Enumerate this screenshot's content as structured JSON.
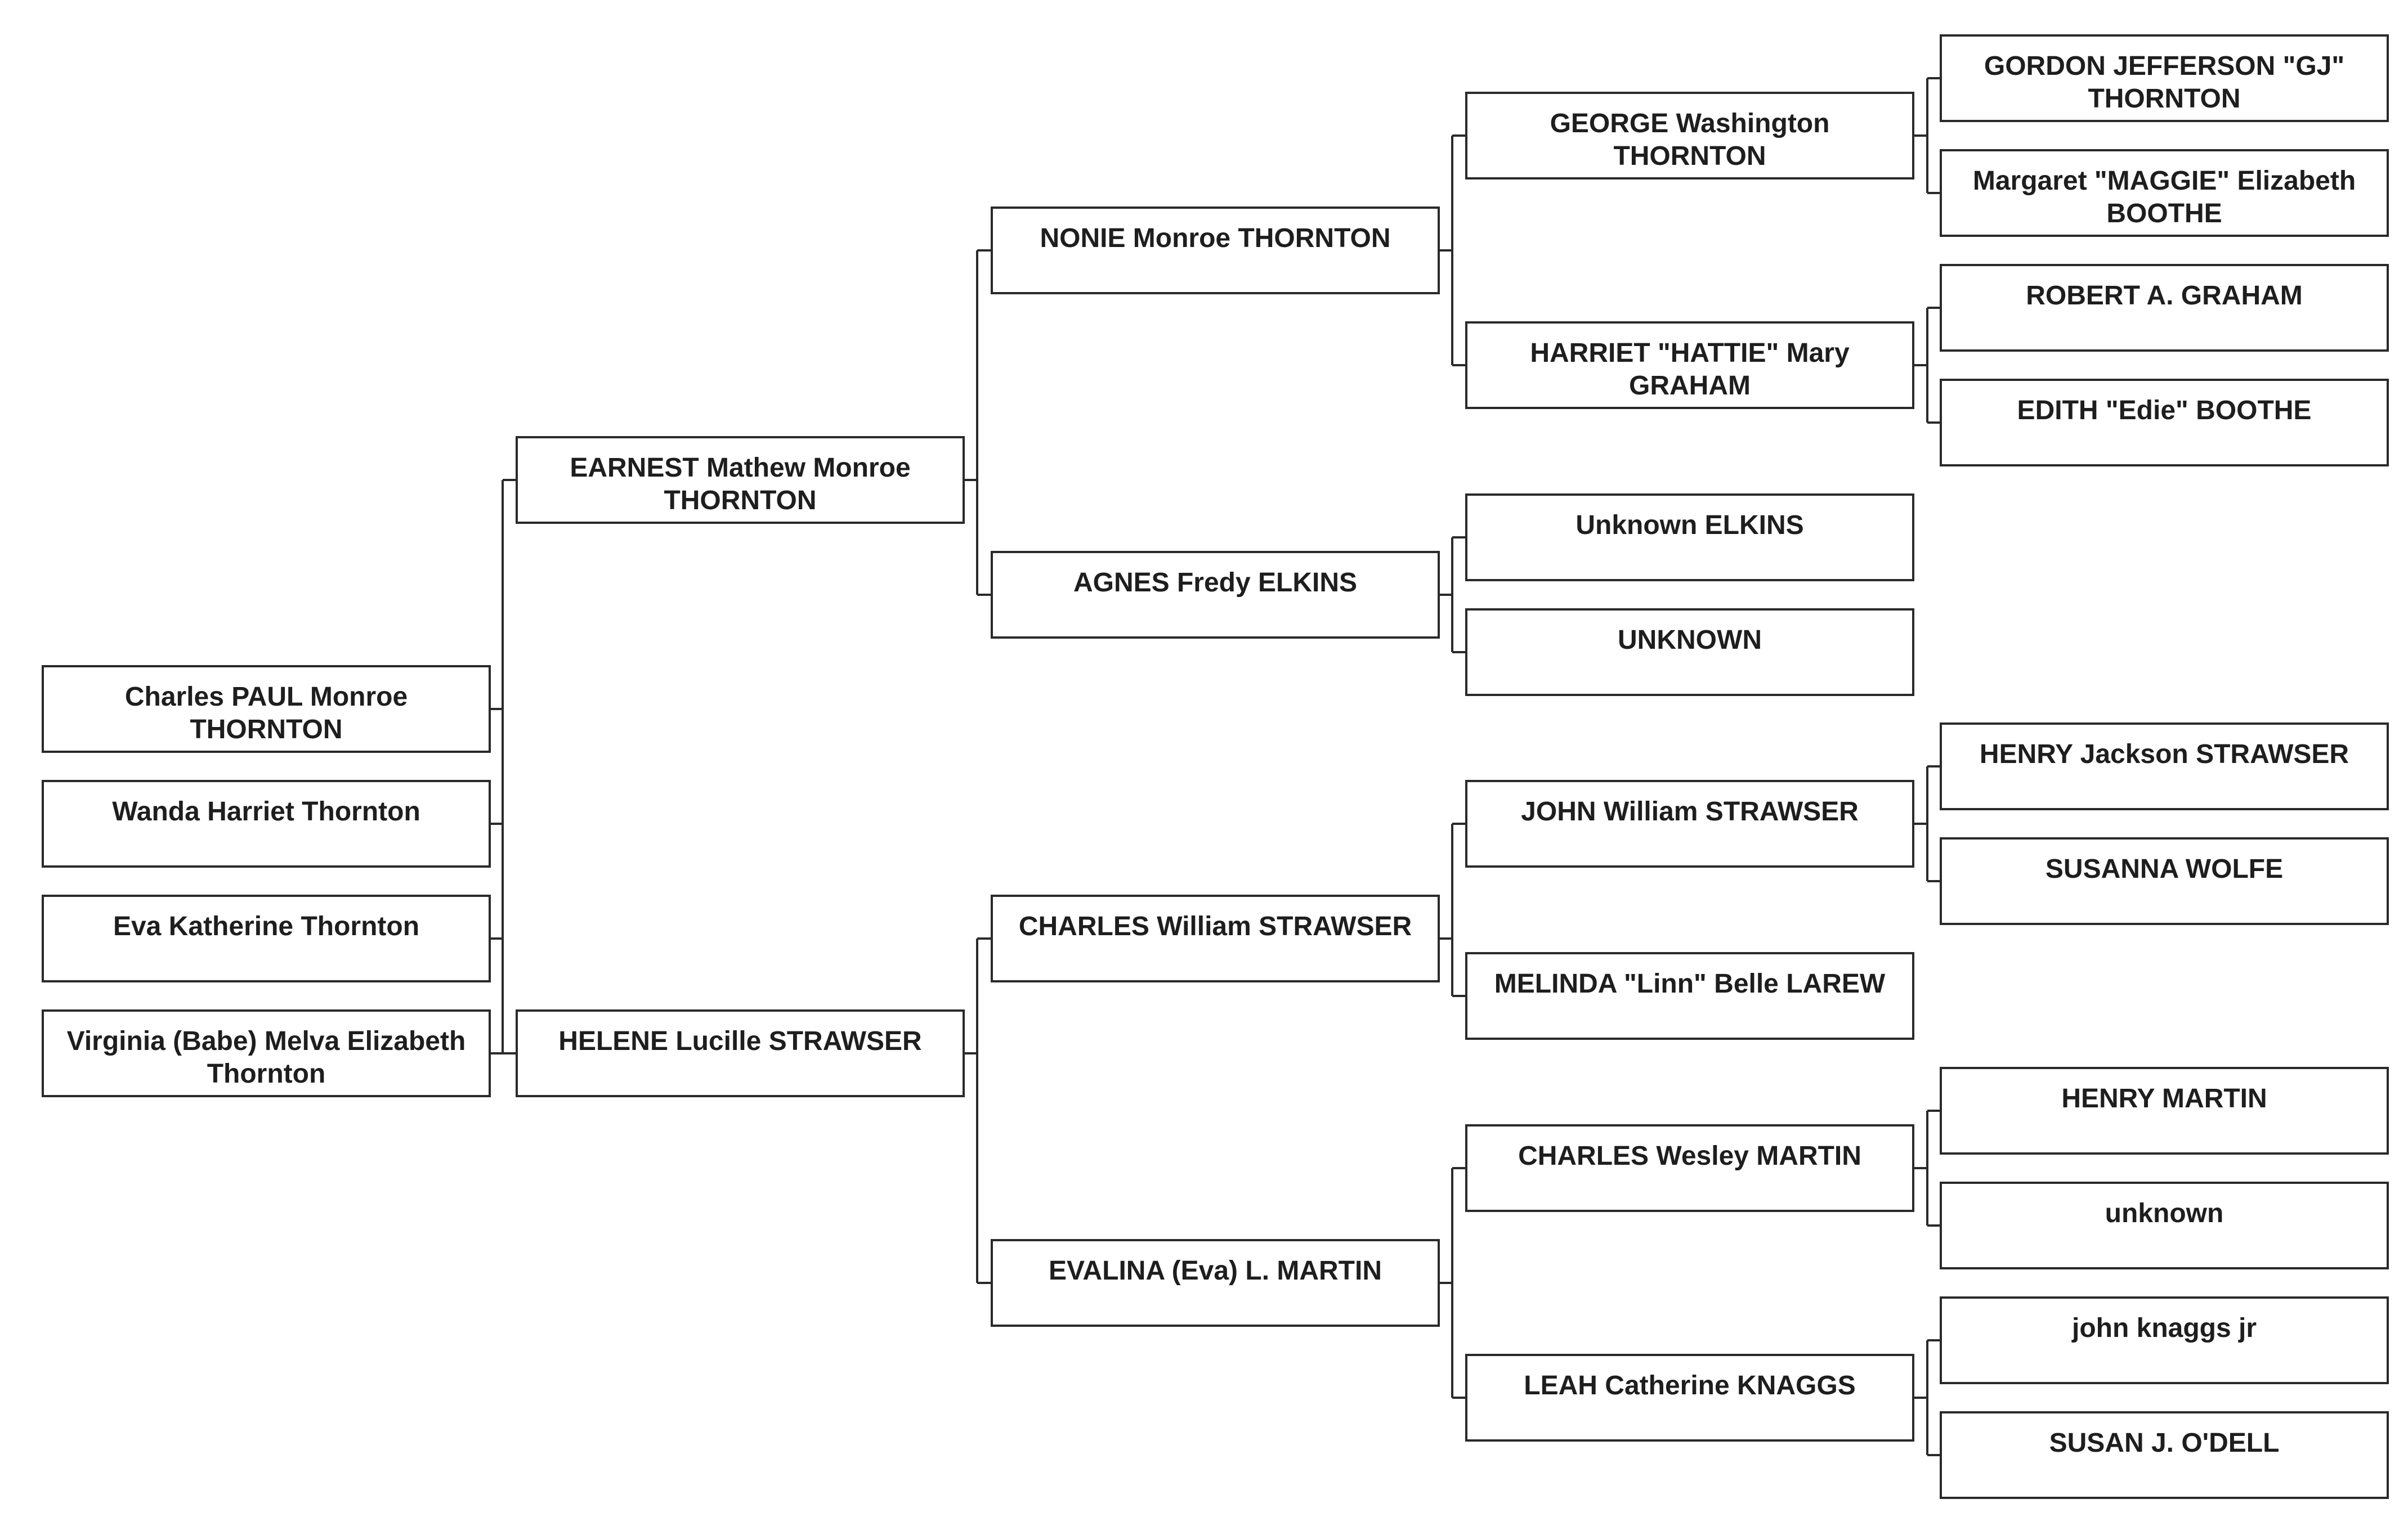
{
  "colors": {
    "line": "#2a2a2a",
    "text": "#1e1e1e",
    "background": "#ffffff"
  },
  "tree": {
    "children": [
      "Charles PAUL Monroe THORNTON",
      "Wanda Harriet Thornton",
      "Eva Katherine Thornton",
      "Virginia (Babe) Melva Elizabeth Thornton"
    ],
    "parents": {
      "father": "EARNEST Mathew Monroe THORNTON",
      "mother": "HELENE Lucille STRAWSER"
    },
    "grandparents": {
      "paternal_grandfather": "NONIE Monroe THORNTON",
      "paternal_grandmother": "AGNES Fredy ELKINS",
      "maternal_grandfather": "CHARLES William STRAWSER",
      "maternal_grandmother": "EVALINA (Eva) L. MARTIN"
    },
    "great_grandparents": {
      "nonie_father": "GEORGE Washington THORNTON",
      "nonie_mother": "HARRIET \"HATTIE\" Mary GRAHAM",
      "agnes_father": "Unknown ELKINS",
      "agnes_mother": "UNKNOWN",
      "charles_father": "JOHN William STRAWSER",
      "charles_mother": "MELINDA \"Linn\" Belle LAREW",
      "evalina_father": "CHARLES Wesley MARTIN",
      "evalina_mother": "LEAH Catherine KNAGGS"
    },
    "great_great_grandparents": {
      "george_father": "GORDON JEFFERSON \"GJ\" THORNTON",
      "george_mother": "Margaret \"MAGGIE\" Elizabeth BOOTHE",
      "harriet_father": "ROBERT A. GRAHAM",
      "harriet_mother": "EDITH \"Edie\" BOOTHE",
      "john_father": "HENRY Jackson STRAWSER",
      "john_mother": "SUSANNA WOLFE",
      "cwm_father": "HENRY MARTIN",
      "cwm_mother": "unknown",
      "leah_father": "john knaggs jr",
      "leah_mother": "SUSAN J. O'DELL"
    }
  }
}
